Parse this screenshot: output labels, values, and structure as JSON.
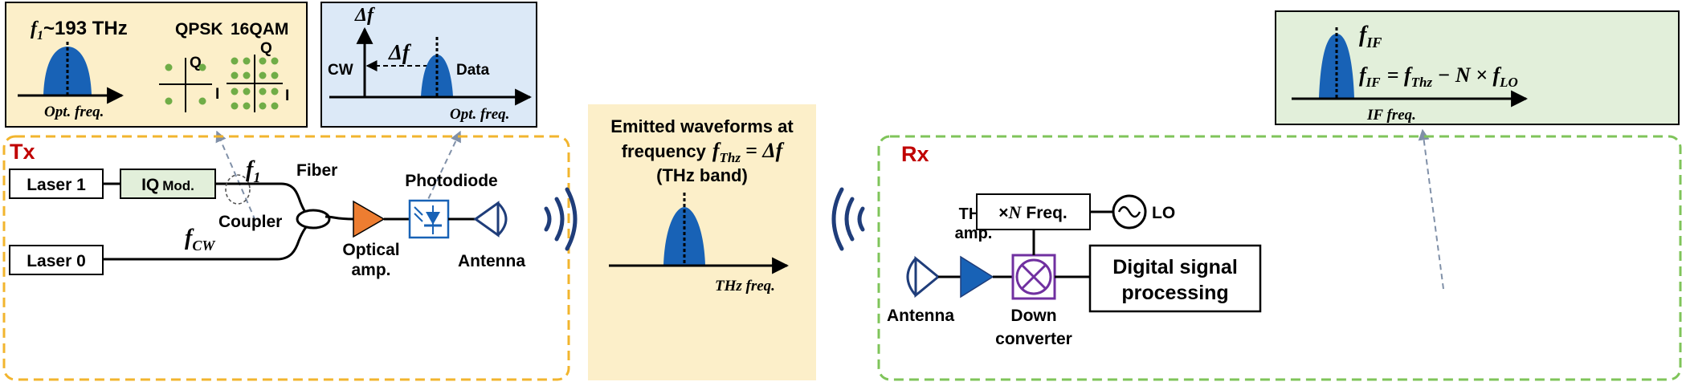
{
  "colors": {
    "panel_cream": "#fcefc9",
    "panel_blue": "#dce9f7",
    "panel_green": "#e2efda",
    "dashed_orange": "#f2b52e",
    "dashed_green": "#7fc45a",
    "spectrum_blue": "#1862b6",
    "amp_orange": "#ed7d31",
    "amp_blue": "#1862b6",
    "mixer_purple": "#7030a0",
    "wave_navy": "#1f3d7a",
    "label_red": "#c00000"
  },
  "tx_inset": {
    "f1_prefix": "f",
    "f1_sub": "1",
    "f1_value": "~193 THz",
    "qpsk": "QPSK",
    "qam": "16QAM",
    "q_label_1": "Q",
    "i_label_1": "I",
    "q_label_2": "Q",
    "i_label_2": "I",
    "axis_label": "Opt. freq."
  },
  "spectrum_inset": {
    "delta_f_axis": "Δf",
    "delta_f_arrow": "Δf",
    "cw": "CW",
    "data": "Data",
    "axis_label": "Opt. freq."
  },
  "tx": {
    "tag": "Tx",
    "laser1": "Laser 1",
    "iq_mod_prefix": "IQ",
    "iq_mod_suffix": "Mod.",
    "f1_label": "f",
    "f1_sub": "1",
    "fiber": "Fiber",
    "coupler": "Coupler",
    "laser0": "Laser 0",
    "fcw_label": "f",
    "fcw_sub": "CW",
    "photodiode": "Photodiode",
    "optical_amp_line1": "Optical",
    "optical_amp_line2": "amp.",
    "antenna": "Antenna"
  },
  "emitted": {
    "line1": "Emitted waveforms at",
    "line2_prefix": "frequency",
    "line2_eq": "f",
    "line2_sub": "Thz",
    "line2_rest": "= Δf",
    "line3": "(THz band)",
    "axis_label": "THz freq."
  },
  "rx": {
    "tag": "Rx",
    "antenna": "Antenna",
    "thz_amp_line1": "THz",
    "thz_amp_line2": "amp.",
    "multiplier_prefix": "×",
    "multiplier_n": "N",
    "multiplier_suffix": "Freq.",
    "lo": "LO",
    "down_converter_line1": "Down",
    "down_converter_line2": "converter",
    "dsp_line1": "Digital signal",
    "dsp_line2": "processing"
  },
  "if_inset": {
    "f_if": "f",
    "f_if_sub": "IF",
    "eq_lhs": "f",
    "eq_lhs_sub": "IF",
    "eq_mid": "= ",
    "eq_fthz": "f",
    "eq_fthz_sub": "Thz",
    "eq_minus": " − N × ",
    "eq_flo": "f",
    "eq_flo_sub": "LO",
    "axis_label": "IF freq."
  }
}
